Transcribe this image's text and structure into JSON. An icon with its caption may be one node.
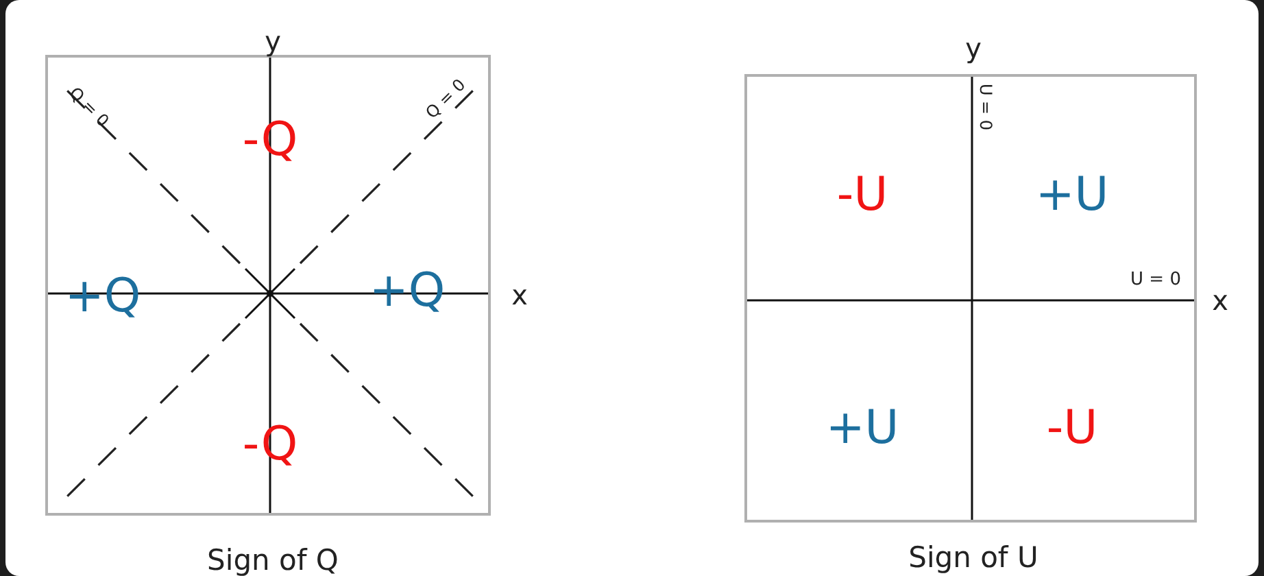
{
  "diagram": {
    "nodes": [
      {
        "text": [
          "Q = 0",
          "-Q",
          "Q = 0",
          "+Q",
          "+Q",
          "-Q"
        ],
        "beside": [
          "y",
          "x",
          "Sign of Q"
        ]
      },
      {
        "text": [
          "U = 0",
          "-U",
          "+U",
          "U = 0",
          "+U",
          "-U"
        ],
        "beside": [
          "y",
          "x",
          "Sign of U"
        ]
      }
    ]
  }
}
